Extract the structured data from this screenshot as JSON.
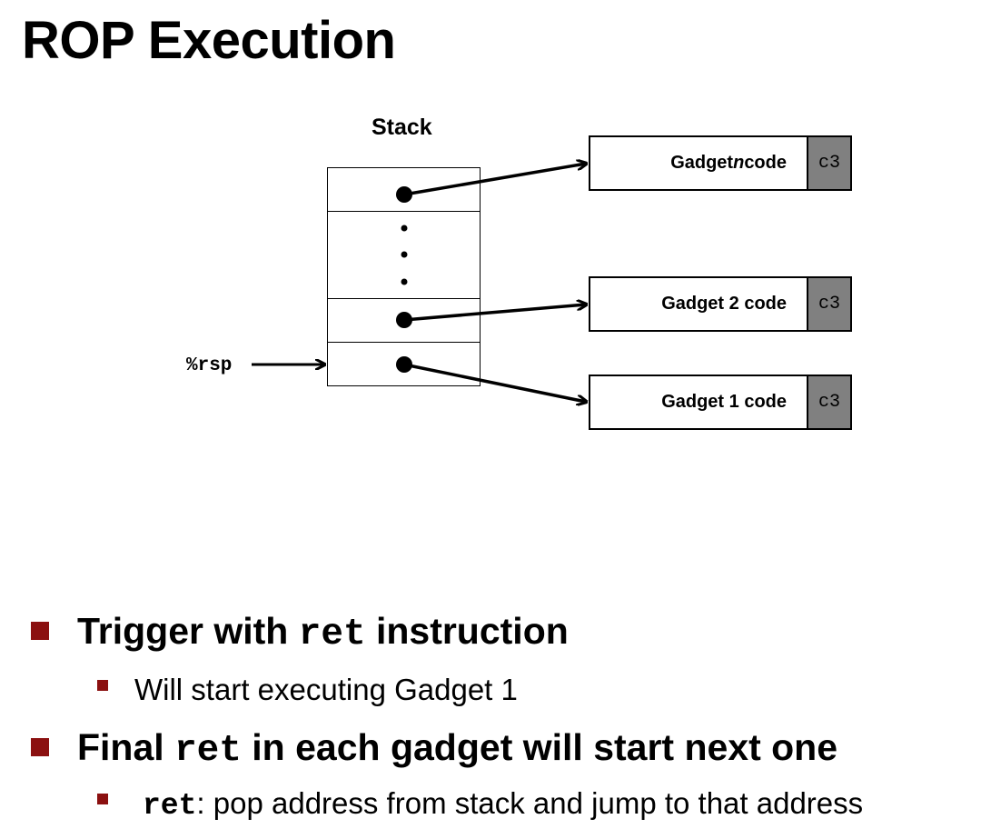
{
  "title": "ROP Execution",
  "diagram": {
    "stack_label": "Stack",
    "register_label": "%rsp",
    "gadgets": [
      {
        "prefix": "Gadget ",
        "italic": "n",
        "suffix": " code",
        "ret_byte": "c3"
      },
      {
        "prefix": "Gadget 2 code",
        "italic": "",
        "suffix": "",
        "ret_byte": "c3"
      },
      {
        "prefix": "Gadget 1 code",
        "italic": "",
        "suffix": "",
        "ret_byte": "c3"
      }
    ]
  },
  "bullets": [
    {
      "before": "Trigger with ",
      "code": "ret",
      "after": " instruction",
      "sub": {
        "code": "",
        "text": "Will start executing Gadget 1"
      }
    },
    {
      "before": "Final ",
      "code": "ret",
      "after": " in each gadget will start next one",
      "sub": {
        "code": "ret",
        "text": ": pop address from stack and jump to that address"
      }
    }
  ],
  "colors": {
    "bullet": "#8b1010",
    "ret_cell": "#808080"
  }
}
